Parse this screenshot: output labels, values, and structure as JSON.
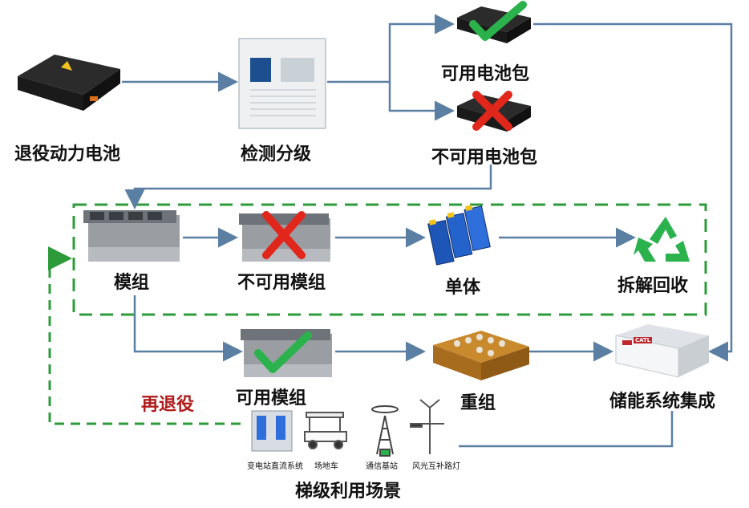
{
  "nodes": {
    "retired_battery": "退役动力电池",
    "testing": "检测分级",
    "usable_pack": "可用电池包",
    "unusable_pack": "不可用电池包",
    "module": "模组",
    "unusable_module": "不可用模组",
    "cell": "单体",
    "recycle": "拆解回收",
    "usable_module": "可用模组",
    "regroup": "重组",
    "storage": "储能系统集成",
    "re_retire": "再退役",
    "cascade": "梯级利用场景"
  },
  "scenarios": [
    "变电站直流系统",
    "场地车",
    "通信基站",
    "风光互补路灯"
  ],
  "storage_logo": "CATL",
  "colors": {
    "arrow": "#5a7fa3",
    "dash": "#2e9b3b",
    "check": "#2bb24c",
    "cross": "#e1261c",
    "recycle": "#2bb24c",
    "accent_red": "#b01c1c"
  }
}
